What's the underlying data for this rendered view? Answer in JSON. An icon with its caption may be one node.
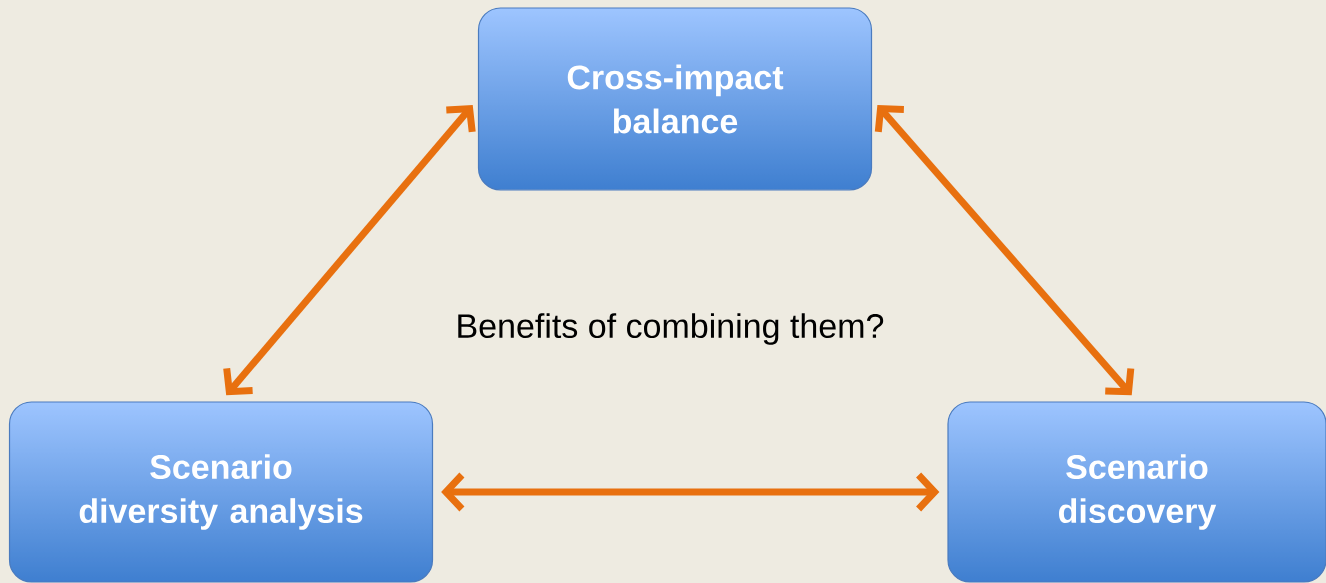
{
  "diagram": {
    "nodes": [
      {
        "text": [
          "Cross-impact balance"
        ]
      },
      {
        "text": [
          "Scenario diversity analysis"
        ]
      },
      {
        "text": [
          "Scenario discovery"
        ]
      }
    ],
    "edges": [
      {
        "from": 0,
        "to": 1,
        "arrow": "both"
      },
      {
        "from": 0,
        "to": 2,
        "arrow": "both"
      },
      {
        "from": 1,
        "to": 2,
        "arrow": "both"
      }
    ],
    "labels": [
      "Benefits of combining them?"
    ]
  }
}
